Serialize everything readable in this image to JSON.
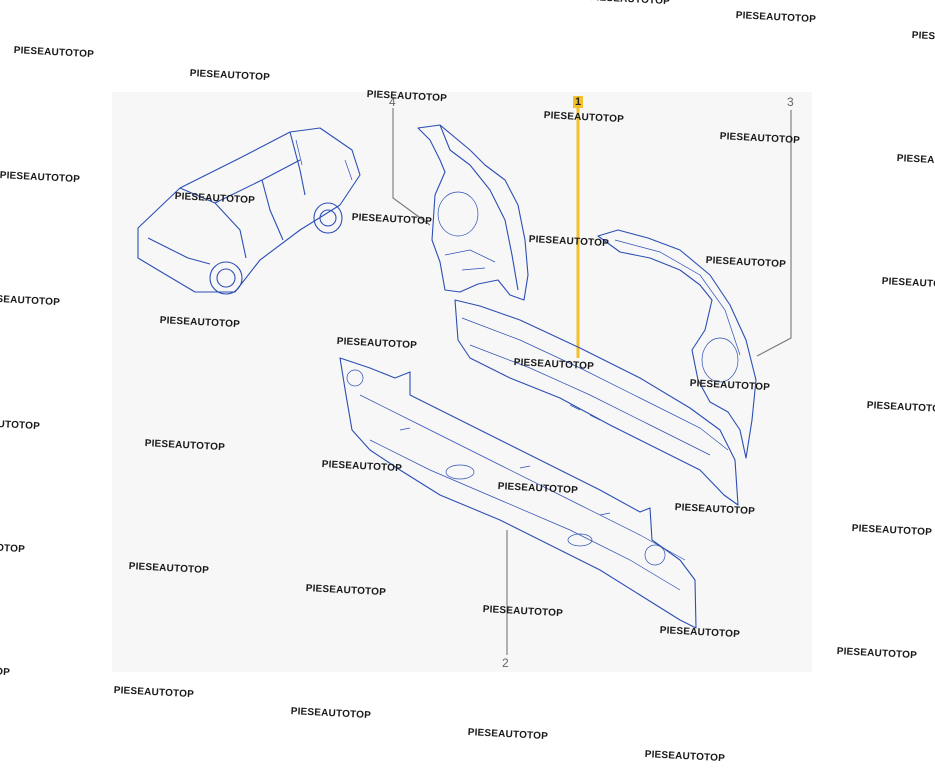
{
  "callouts": {
    "c1": "1",
    "c2": "2",
    "c3": "3",
    "c4": "4"
  },
  "highlight_color": "#f3c12b",
  "line_color": "#2d4fb3",
  "watermark": "PIESEAUTOTOP"
}
